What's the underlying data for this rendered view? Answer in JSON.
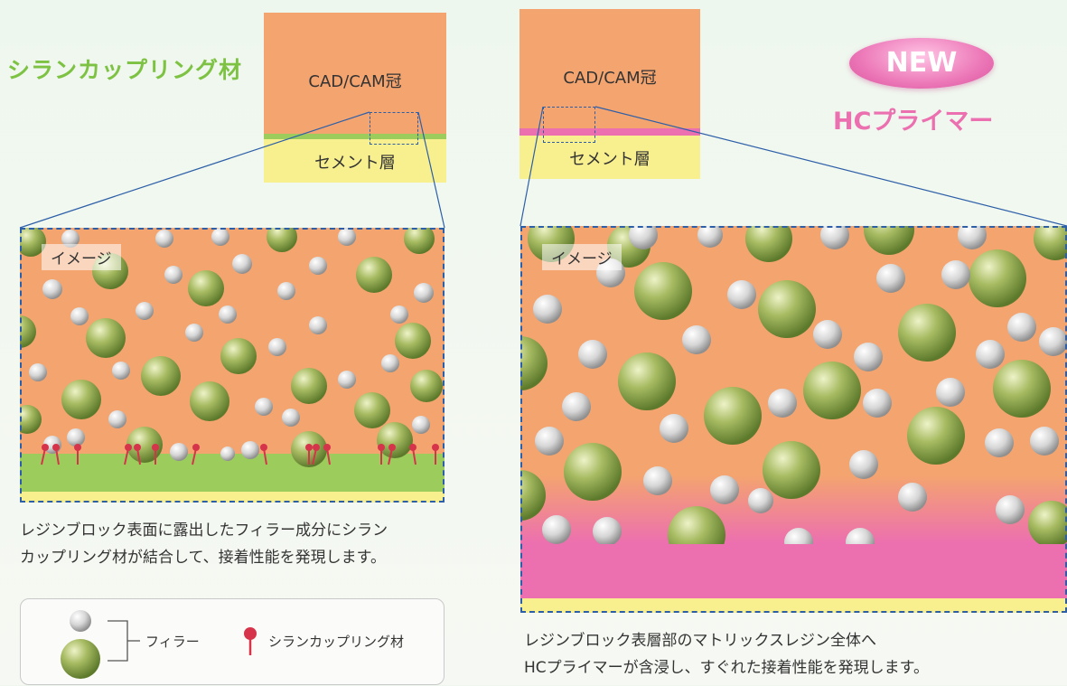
{
  "left": {
    "title": "シランカップリング材",
    "crown_label": "CAD/CAM冠",
    "cement_label": "セメント層",
    "image_label": "イメージ",
    "caption_line1": "レジンブロック表面に露出したフィラー成分にシラン",
    "caption_line2": "カップリング材が結合して、接着性能を発現します。"
  },
  "legend": {
    "filler_label": "フィラー",
    "silane_label": "シランカップリング材"
  },
  "right": {
    "badge": "NEW",
    "title": "HCプライマー",
    "crown_label": "CAD/CAM冠",
    "cement_label": "セメント層",
    "image_label": "イメージ",
    "caption_line1": "レジンブロック表層部のマトリックスレジン全体へ",
    "caption_line2": "HCプライマーが含浸し、すぐれた接着性能を発現します。"
  },
  "colors": {
    "resin": "#f4a46f",
    "cement": "#f8ef8e",
    "silane_layer": "#9bcc5c",
    "hc_primer": "#ec6fb0",
    "filler_large": "#8aa64c",
    "filler_small": "#d8d8d8",
    "dashed_border": "#2d5fa8"
  }
}
